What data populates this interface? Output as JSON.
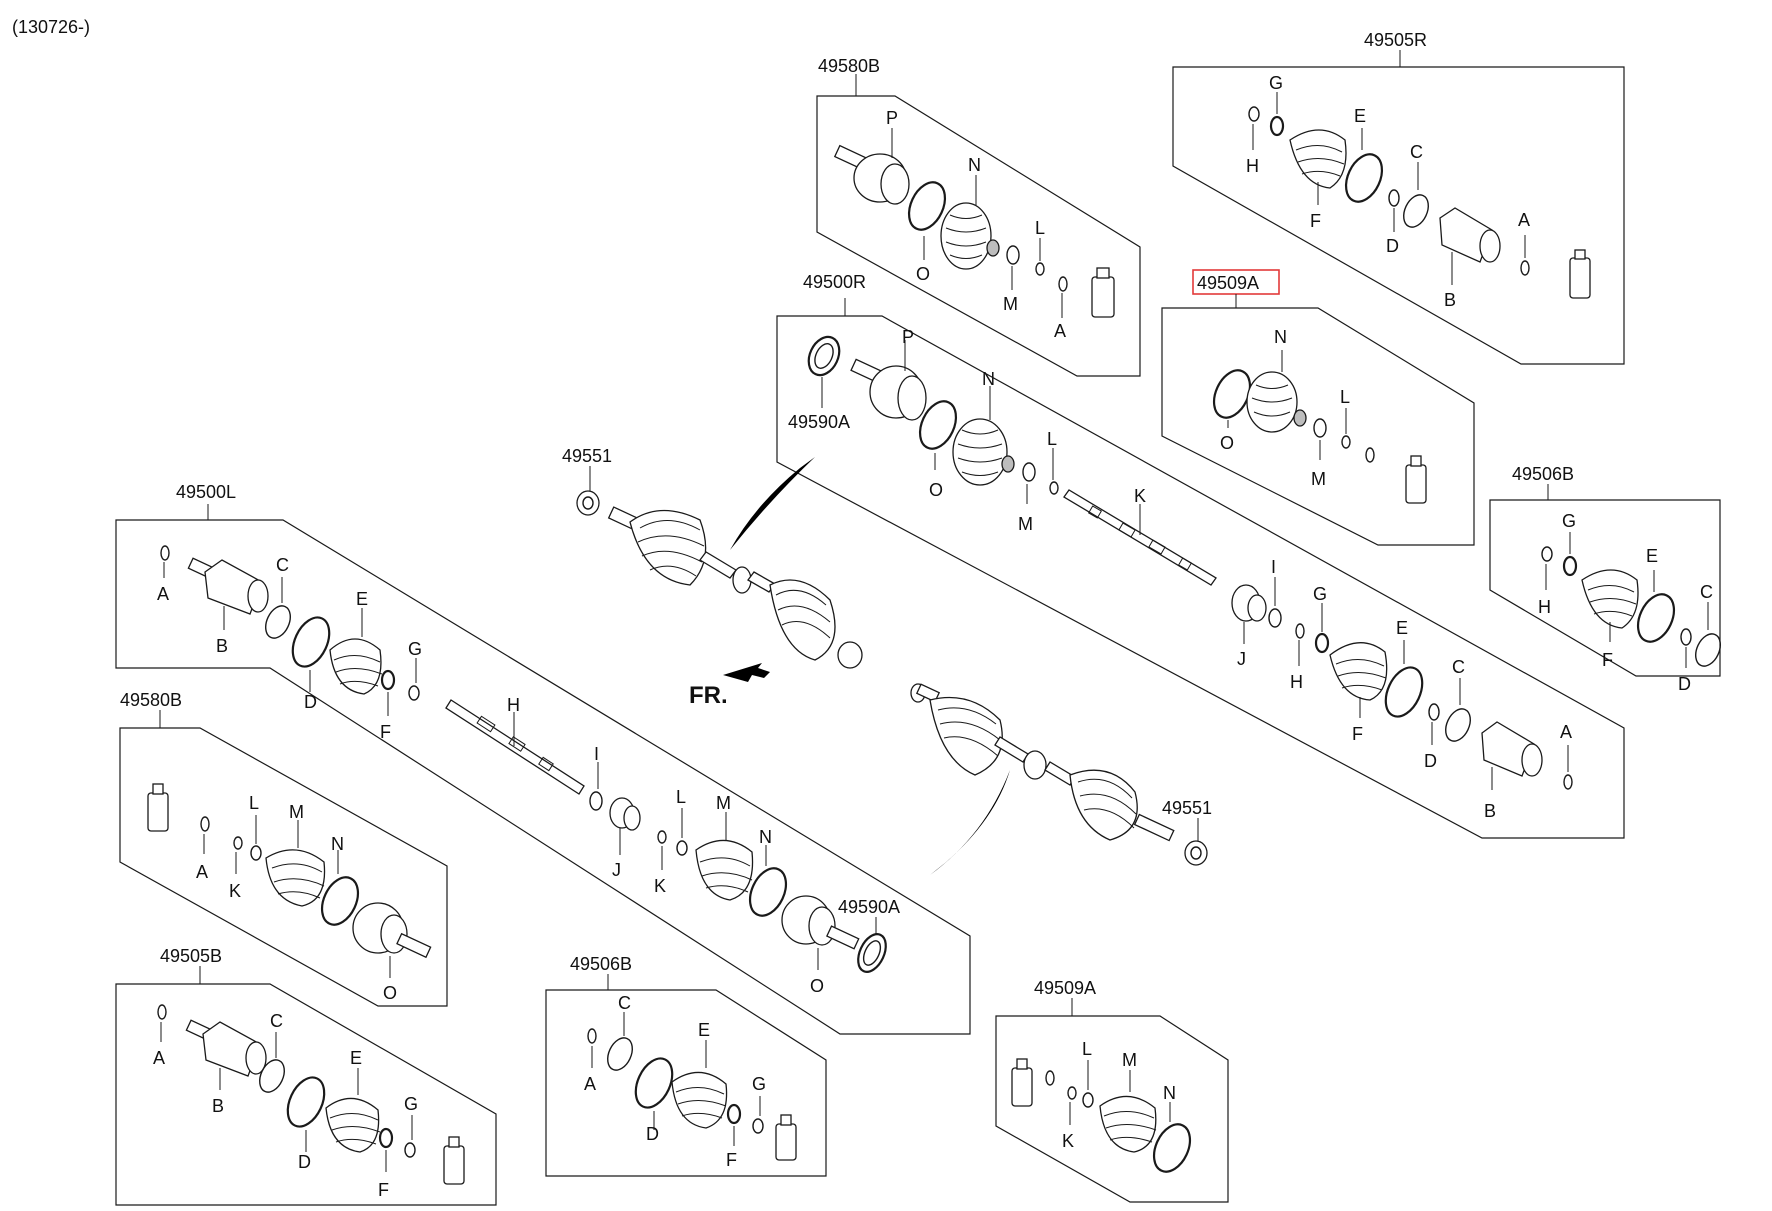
{
  "date_code": "(130726-)",
  "front_marker": "FR.",
  "highlight_color": "#e23a3a",
  "assemblies": {
    "top_boot_kit": "49580B",
    "right_inner_kit": "49505R",
    "right_shaft_assy": "49500R",
    "highlighted_kit": "49509A",
    "right_tone_ring": "49590A",
    "left_shaft_assy": "49500L",
    "right_boot_kit_b": "49506B",
    "left_outer_kit": "49580B",
    "left_inner_kit": "49505B",
    "left_boot_kit_b": "49506B",
    "bottom_kit": "49509A",
    "left_tone_ring": "49590A",
    "nut_upper": "49551",
    "nut_lower": "49551"
  },
  "letters": {
    "A": "A",
    "B": "B",
    "C": "C",
    "D": "D",
    "E": "E",
    "F": "F",
    "G": "G",
    "H": "H",
    "I": "I",
    "J": "J",
    "K": "K",
    "L": "L",
    "M": "M",
    "N": "N",
    "O": "O",
    "P": "P"
  }
}
